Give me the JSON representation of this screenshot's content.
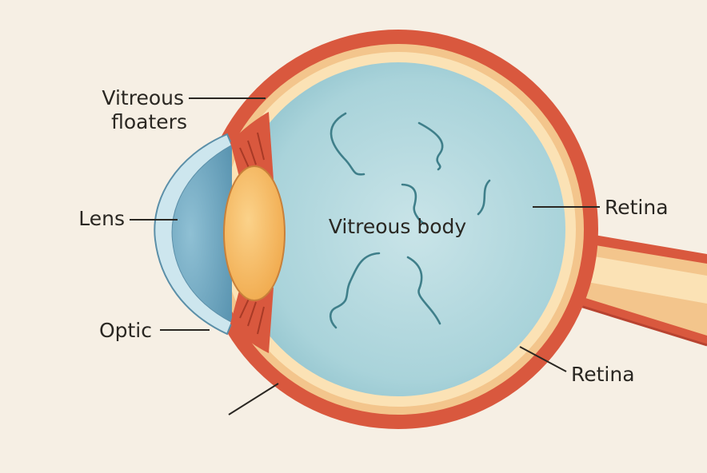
{
  "labels": {
    "vitreous_floaters_line1": "Vitreous",
    "vitreous_floaters_line2": "floaters",
    "lens": "Lens",
    "optic": "Optic",
    "vitreous_body": "Vitreous body",
    "retina_upper": "Retina",
    "retina_lower": "Retina"
  },
  "colors": {
    "background": "#f6efe4",
    "sclera": "#d9583e",
    "choroid": "#f3c58c",
    "retina_layer": "#fbe2b5",
    "vitreous": "#a9d3da",
    "cornea": "#cde6ee",
    "iris": "#6aa6c2",
    "lens": "#f4b45a",
    "floaters": "#3f7f8a"
  }
}
